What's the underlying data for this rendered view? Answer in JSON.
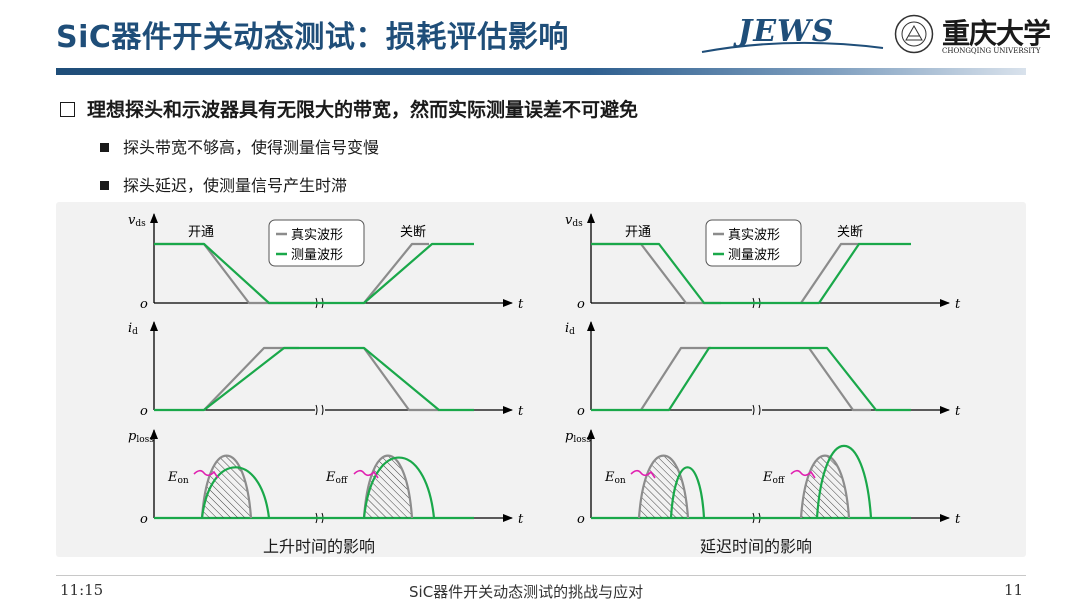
{
  "header": {
    "title": "SiC器件开关动态测试：损耗评估影响",
    "logo_jews": "JEWS",
    "logo_cqu_zh": "重庆大学",
    "logo_cqu_en": "CHONGQING UNIVERSITY"
  },
  "content": {
    "main_bullet": "理想探头和示波器具有无限大的带宽，然而实际测量误差不可避免",
    "sub_bullets": [
      "探头带宽不够高，使得测量信号变慢",
      "探头延迟，使测量信号产生时滞"
    ]
  },
  "diagram": {
    "panels": [
      {
        "caption": "上升时间的影响",
        "label_on": "开通",
        "label_off": "关断",
        "legend_real": "真实波形",
        "legend_meas": "测量波形"
      },
      {
        "caption": "延迟时间的影响",
        "label_on": "开通",
        "label_off": "关断",
        "legend_real": "真实波形",
        "legend_meas": "测量波形"
      }
    ],
    "axis_labels": {
      "vds_main": "v",
      "vds_sub": "ds",
      "id_main": "i",
      "id_sub": "d",
      "ploss_main": "p",
      "ploss_sub": "loss",
      "origin": "o",
      "time": "t",
      "eon_main": "E",
      "eon_sub": "on",
      "eoff_main": "E",
      "eoff_sub": "off"
    },
    "colors": {
      "real": "#8c8c8c",
      "measured": "#1aa84a",
      "annotation": "#e020b0",
      "axis": "#000000"
    }
  },
  "footer": {
    "time": "11:15",
    "center": "SiC器件开关动态测试的挑战与应对",
    "page": "11"
  }
}
